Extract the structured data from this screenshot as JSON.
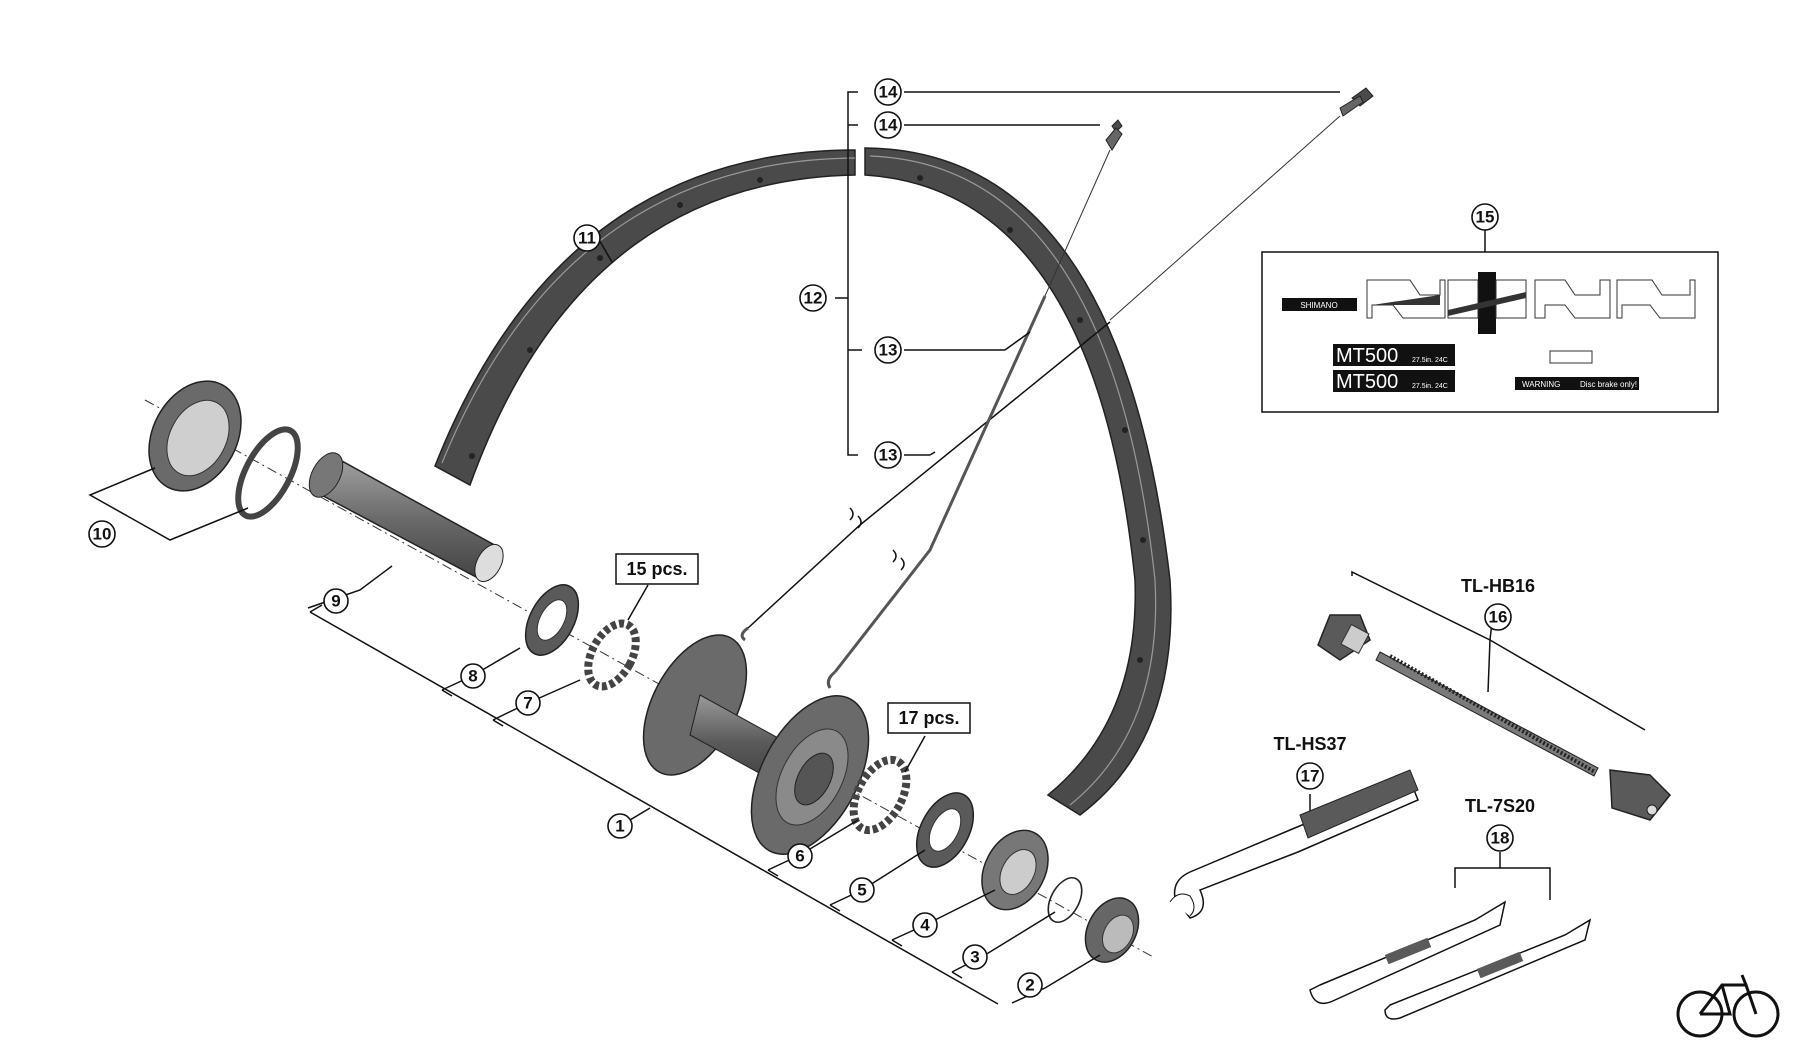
{
  "callouts": [
    "1",
    "2",
    "3",
    "4",
    "5",
    "6",
    "7",
    "8",
    "9",
    "10",
    "11",
    "12",
    "13",
    "14",
    "15",
    "16",
    "17",
    "18"
  ],
  "quantities": {
    "q7": "15 pcs.",
    "q6": "17 pcs."
  },
  "tools": {
    "hb16": "TL-HB16",
    "hs37": "TL-HS37",
    "s20": "TL-7S20"
  },
  "stickers": {
    "brand": "SHIMANO",
    "model": "MT500",
    "size": "27.5in. 24C",
    "warning": "WARNING",
    "disc_note": "Disc brake only!"
  },
  "colors": {
    "line": "#111111",
    "part": "#5a5a5a",
    "part_light": "#8c8c8c"
  }
}
